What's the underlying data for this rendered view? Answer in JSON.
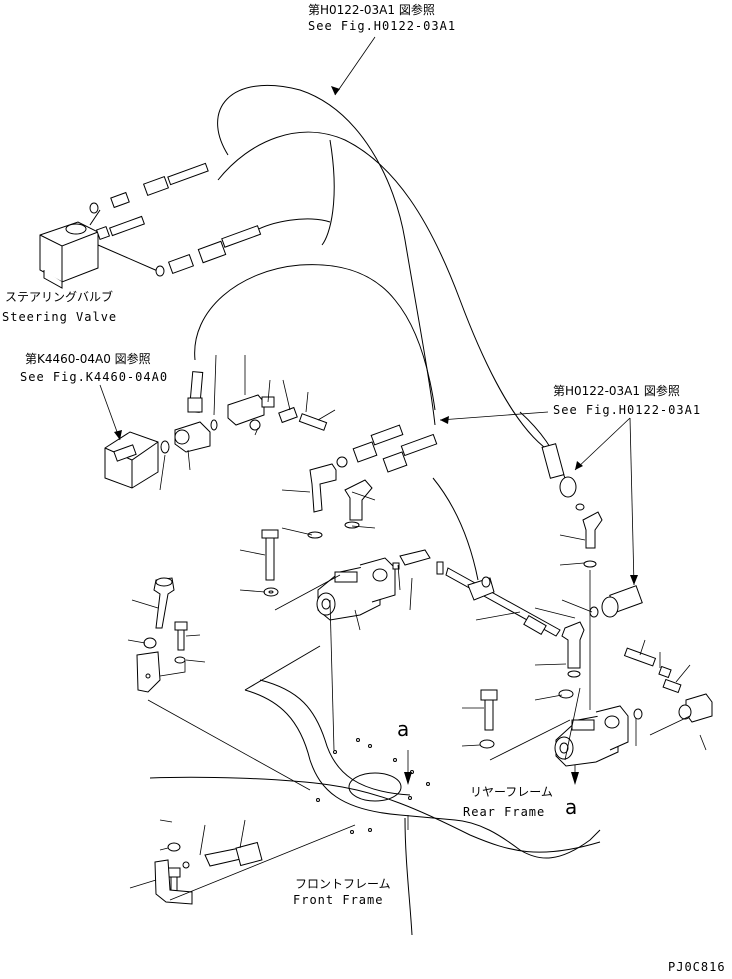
{
  "refs": {
    "top": {
      "jp": "第H0122-03A1 図参照",
      "en": "See Fig.H0122-03A1"
    },
    "left": {
      "jp": "第K4460-04A0 図参照",
      "en": "See Fig.K4460-04A0"
    },
    "right": {
      "jp": "第H0122-03A1 図参照",
      "en": "See Fig.H0122-03A1"
    }
  },
  "components": {
    "steering_valve": {
      "jp": "ステアリングバルブ",
      "en": "Steering Valve"
    },
    "rear_frame": {
      "jp": "リヤーフレーム",
      "en": "Rear Frame"
    },
    "front_frame": {
      "jp": "フロントフレーム",
      "en": "Front Frame"
    }
  },
  "markers": {
    "a1": "a",
    "a2": "a"
  },
  "figure_code": "PJ0C816"
}
